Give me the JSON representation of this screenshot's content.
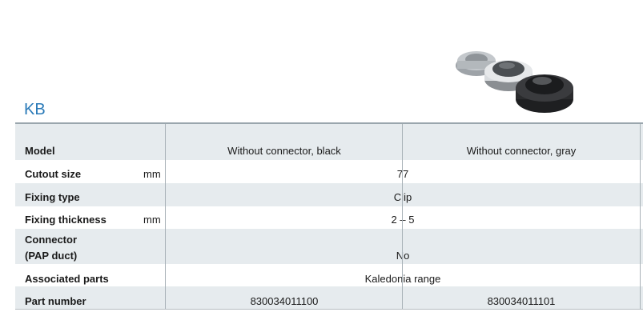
{
  "title": "KB",
  "table": {
    "model": {
      "label": "Model",
      "values": [
        "Without connector, black",
        "Without connector, gray"
      ]
    },
    "cutout": {
      "label": "Cutout size",
      "unit": "mm",
      "value": "77"
    },
    "fixing_type": {
      "label": "Fixing type",
      "value": "Clip"
    },
    "fixing_thickness": {
      "label": "Fixing thickness",
      "unit": "mm",
      "value": "2 – 5"
    },
    "connector": {
      "label_line1": "Connector",
      "label_line2": "(PAP duct)",
      "value": "No"
    },
    "associated": {
      "label": "Associated parts",
      "value": "Kaledonia range"
    },
    "part_number": {
      "label": "Part number",
      "values": [
        "830034011100",
        "830034011101"
      ]
    }
  },
  "colors": {
    "accent": "#2a7ab8",
    "row_shade": "#e6ebee"
  },
  "image": {
    "description_icon": "air-vent-product-photo"
  }
}
